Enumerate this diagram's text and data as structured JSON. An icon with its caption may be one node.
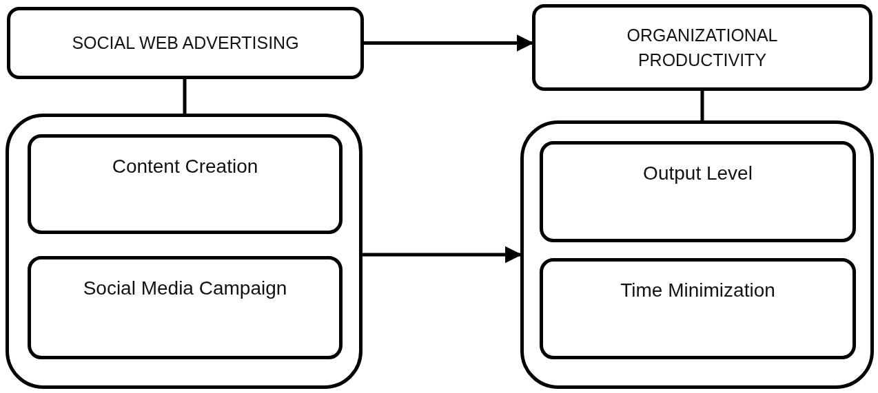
{
  "diagram": {
    "nodes": [
      {
        "text": [
          "SOCIAL WEB ADVERTISING"
        ]
      },
      {
        "text": [
          "ORGANIZATIONAL PRODUCTIVITY"
        ]
      },
      {
        "text": [],
        "shape": "box"
      },
      {
        "text": [
          "Content Creation"
        ],
        "in": 2
      },
      {
        "text": [
          "Social Media Campaign"
        ],
        "in": 2
      },
      {
        "text": [],
        "shape": "box"
      },
      {
        "text": [
          "Output Level"
        ],
        "in": 5
      },
      {
        "text": [
          "Time Minimization"
        ],
        "in": 5
      }
    ],
    "edges": [
      {
        "from": 0,
        "to": 1,
        "arrow": "to"
      },
      {
        "from": 0,
        "to": 2,
        "arrow": "none"
      },
      {
        "from": 1,
        "to": 5,
        "arrow": "none"
      },
      {
        "from": 2,
        "to": 5,
        "arrow": "to"
      }
    ]
  }
}
